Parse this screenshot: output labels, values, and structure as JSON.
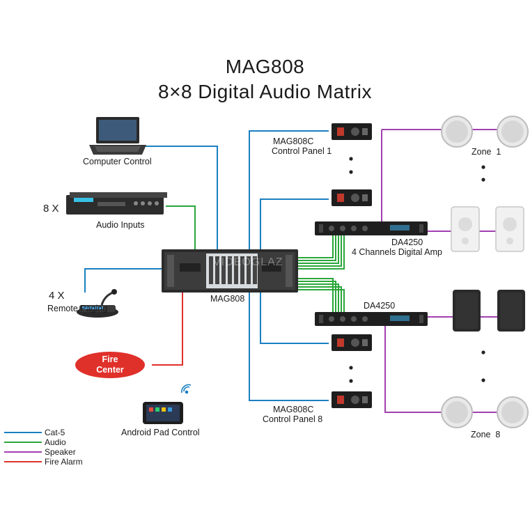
{
  "title": "MAG808",
  "subtitle": "8×8 Digital Audio Matrix",
  "devices": {
    "computer_label": "Computer Control",
    "audio_inputs_count": "8 X",
    "audio_inputs_label": "Audio Inputs",
    "remote_paging_count": "4 X",
    "remote_paging_label": "Remote Paging",
    "fire_center_line1": "Fire",
    "fire_center_line2": "Center",
    "matrix_label": "MAG808",
    "matrix_brand": "VIDEOGLAZ",
    "android_label": "Android Pad Control",
    "panel1_model": "MAG808C",
    "panel1_label": "Control Panel 1",
    "panel8_model": "MAG808C",
    "panel8_label": "Control Panel 8",
    "amp1_model": "DA4250",
    "amp1_label": "4 Channels Digital Amp",
    "amp2_model": "DA4250",
    "zone1_label": "Zone  1",
    "zone8_label": "Zone  8"
  },
  "legend": [
    {
      "label": "Cat-5",
      "color": "#1a7fc1"
    },
    {
      "label": "Audio",
      "color": "#2aa63a"
    },
    {
      "label": "Speaker",
      "color": "#a23fb0"
    },
    {
      "label": "Fire Alarm",
      "color": "#e0302a"
    }
  ],
  "colors": {
    "cat5": "#1a7fc1",
    "audio": "#2aa63a",
    "speaker": "#a23fb0",
    "fire": "#e0302a"
  }
}
